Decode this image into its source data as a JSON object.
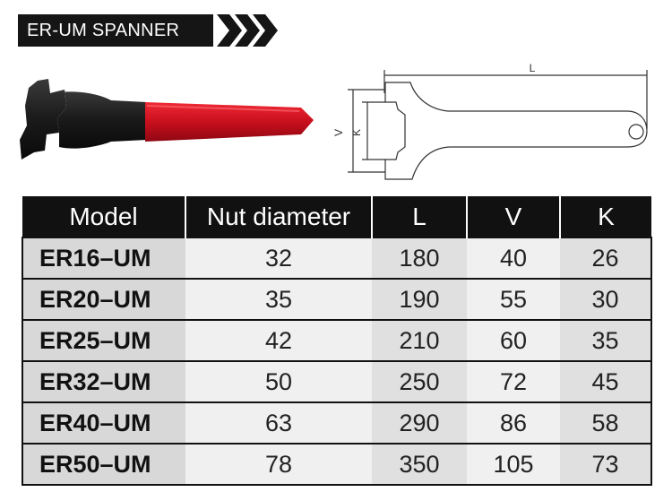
{
  "header": {
    "title": "ER-UM SPANNER"
  },
  "drawing": {
    "label_l": "L",
    "label_v": "V",
    "label_k": "K"
  },
  "table": {
    "columns": [
      "Model",
      "Nut diameter",
      "L",
      "V",
      "K"
    ],
    "rows": [
      {
        "model": "ER16–UM",
        "nut": "32",
        "l": "180",
        "v": "40",
        "k": "26"
      },
      {
        "model": "ER20–UM",
        "nut": "35",
        "l": "190",
        "v": "55",
        "k": "30"
      },
      {
        "model": "ER25–UM",
        "nut": "42",
        "l": "210",
        "v": "60",
        "k": "35"
      },
      {
        "model": "ER32–UM",
        "nut": "50",
        "l": "250",
        "v": "72",
        "k": "45"
      },
      {
        "model": "ER40–UM",
        "nut": "63",
        "l": "290",
        "v": "86",
        "k": "58"
      },
      {
        "model": "ER50–UM",
        "nut": "78",
        "l": "350",
        "v": "105",
        "k": "73"
      }
    ]
  },
  "colors": {
    "handle": "#d0101e",
    "head": "#1c1c1c",
    "header_bg": "#151515"
  }
}
